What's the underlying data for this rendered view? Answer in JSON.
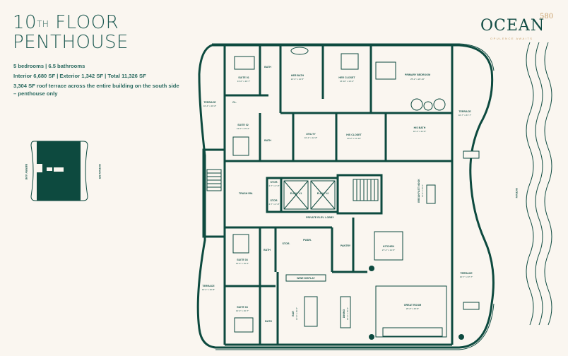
{
  "header": {
    "title_prefix": "10",
    "title_sup": "TH",
    "title_line1_rest": " FLOOR",
    "title_line2": "PENTHOUSE",
    "facts": [
      "5 bedrooms | 6.5 bathrooms",
      "Interior 6,680 SF | Exterior 1,342 SF | Total 11,326 SF",
      "3,304 SF roof terrace across the entire building on the south side – penthouse only"
    ]
  },
  "logo": {
    "word": "OCEAN",
    "number": "580",
    "tagline": "OPULENCE AWAITS"
  },
  "key_plan": {
    "street_left": "BERRY AVE",
    "street_right": "OCEAN DR"
  },
  "ocean_label": "OCEAN",
  "colors": {
    "background": "#faf6f0",
    "plan_green": "#0d4a3f",
    "title": "#1e5a52",
    "accent_gold": "#c9a06a"
  },
  "rooms": [
    {
      "name": "SUITE 01",
      "dims": "13'-0\" x 16'-7\""
    },
    {
      "name": "BATH",
      "dims": ""
    },
    {
      "name": "HER BATH",
      "dims": "21'-3\" x 14'-5\""
    },
    {
      "name": "HER CLOSET",
      "dims": "16'-10\" x 13'-2\""
    },
    {
      "name": "PRIMARY BEDROOM",
      "dims": "25'-2\" x 20'-10\""
    },
    {
      "name": "TERRACE",
      "dims": "10'-4\" x 20'-8\""
    },
    {
      "name": "SUITE 02",
      "dims": "13'-0\" x 15'-2\""
    },
    {
      "name": "BATH",
      "dims": ""
    },
    {
      "name": "UTILITY",
      "dims": "10'-2\" x 12'-8\""
    },
    {
      "name": "HIS CLOSET",
      "dims": "10'-2\" x 11'-10\""
    },
    {
      "name": "HIS BATH",
      "dims": "16'-2\" x 21'-8\""
    },
    {
      "name": "TERRACE",
      "dims": "10'-7\" x 67'-7\""
    },
    {
      "name": "TRASH RM.",
      "dims": ""
    },
    {
      "name": "STOR.",
      "dims": "2'-7\" x 2'-8\""
    },
    {
      "name": "STOR.",
      "dims": "2'-7\" x 2'-8\""
    },
    {
      "name": "ELEV - #1",
      "dims": ""
    },
    {
      "name": "ELEV - #2",
      "dims": ""
    },
    {
      "name": "PRIVATE ELEV. LOBBY",
      "dims": ""
    },
    {
      "name": "BREAKFAST NOOK",
      "dims": "11'-2\" x 16'-2\""
    },
    {
      "name": "KITCHEN",
      "dims": "27'-4\" x 14'-5\""
    },
    {
      "name": "PANTRY",
      "dims": ""
    },
    {
      "name": "PWDR.",
      "dims": ""
    },
    {
      "name": "STOR.",
      "dims": ""
    },
    {
      "name": "BATH",
      "dims": ""
    },
    {
      "name": "SUITE 03",
      "dims": "13'-0\" x 15'-2\""
    },
    {
      "name": "TERRACE",
      "dims": "10'-4\" x 20'-8\""
    },
    {
      "name": "SUITE 04",
      "dims": "13'-0\" x 16'-7\""
    },
    {
      "name": "BATH",
      "dims": ""
    },
    {
      "name": "WINE DISPLAY",
      "dims": ""
    },
    {
      "name": "BAR",
      "dims": "14'-8\" x 25'-6\""
    },
    {
      "name": "DINING",
      "dims": "15'-0\" x 25'-6\""
    },
    {
      "name": "GREAT ROOM",
      "dims": "25'-8\" x 25'-8\""
    },
    {
      "name": "TERRACE",
      "dims": "10'-7\" x 67'-7\""
    },
    {
      "name": "CL.",
      "dims": ""
    }
  ]
}
